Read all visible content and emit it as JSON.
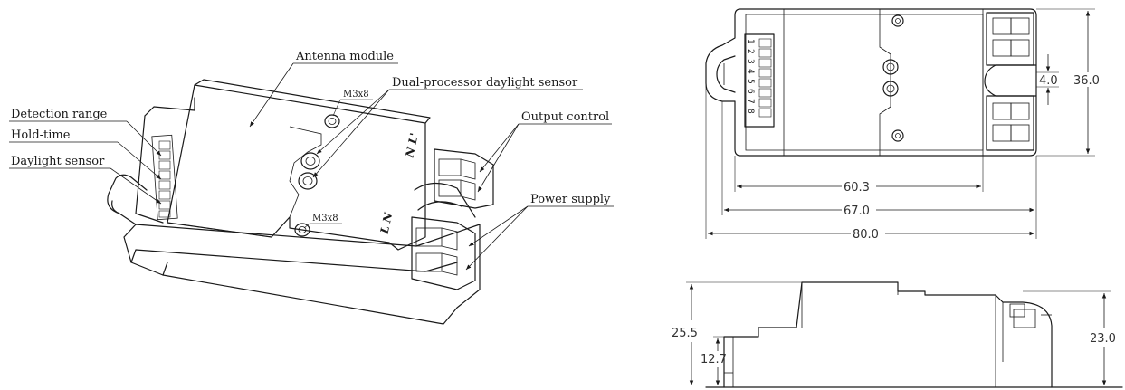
{
  "callouts": {
    "antenna_module": "Antenna module",
    "dual_processor": "Dual-processor daylight sensor",
    "detection_range": "Detection range",
    "hold_time": "Hold-time",
    "daylight_sensor": "Daylight sensor",
    "output_control": "Output control",
    "power_supply": "Power supply",
    "screw_top": "M3x8",
    "screw_bottom": "M3x8"
  },
  "terminals": {
    "output": "N L'",
    "power": "L N"
  },
  "dip_switch_numbers": [
    "1",
    "2",
    "3",
    "4",
    "5",
    "6",
    "7",
    "8"
  ],
  "dimensions": {
    "length_inner": "60.3",
    "length_mid": "67.0",
    "length_total": "80.0",
    "width": "36.0",
    "slot": "4.0",
    "height_total": "25.5",
    "height_low": "12.7",
    "height_right": "23.0"
  }
}
